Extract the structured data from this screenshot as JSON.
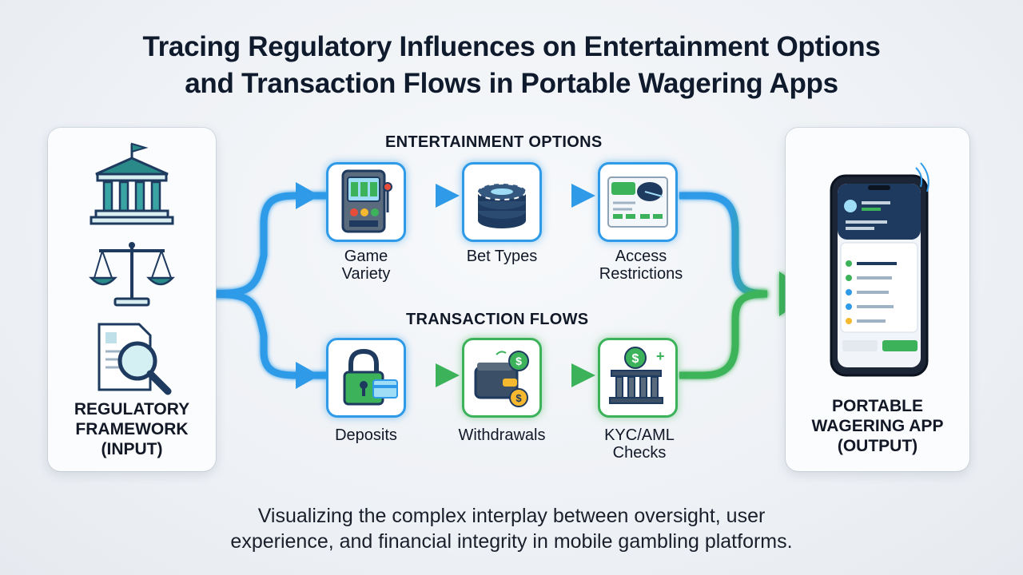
{
  "title": "Tracing Regulatory Influences on Entertainment Options\nand Transaction Flows in Portable Wagering Apps",
  "title_line1": "Tracing Regulatory Influences on Entertainment Options",
  "title_line2": "and Transaction Flows in Portable Wagering Apps",
  "input_panel": {
    "label": "REGULATORY\nFRAMEWORK\n(INPUT)"
  },
  "output_panel": {
    "label": "PORTABLE\nWAGERING APP\n(OUTPUT)"
  },
  "entertainment": {
    "heading": "ENTERTAINMENT OPTIONS",
    "nodes": [
      {
        "label": "Game\nVariety",
        "icon": "slot-machine-icon"
      },
      {
        "label": "Bet Types",
        "icon": "chip-stack-icon"
      },
      {
        "label": "Access\nRestrictions",
        "icon": "sports-screen-icon"
      }
    ]
  },
  "transactions": {
    "heading": "TRANSACTION FLOWS",
    "nodes": [
      {
        "label": "Deposits",
        "icon": "padlock-card-icon"
      },
      {
        "label": "Withdrawals",
        "icon": "wallet-coins-icon"
      },
      {
        "label": "KYC/AML\nChecks",
        "icon": "bank-dollar-icon"
      }
    ]
  },
  "caption_line1": "Visualizing the complex interplay between oversight, user",
  "caption_line2": "experience, and financial integrity in mobile gambling platforms.",
  "colors": {
    "blue": "#2f9be8",
    "green": "#3cb35a",
    "navy": "#1e3a5f",
    "teal": "#2a8a8a"
  }
}
